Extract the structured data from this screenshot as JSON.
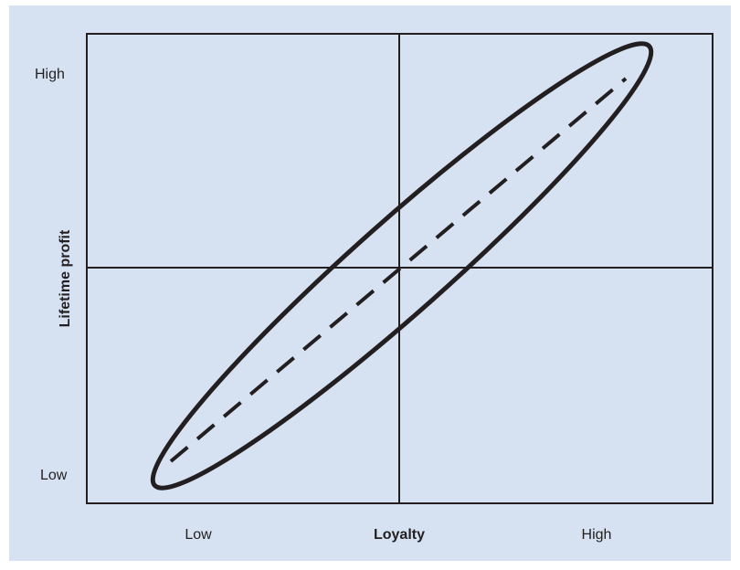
{
  "colors": {
    "background": "#d6e2f2",
    "ink": "#231f20"
  },
  "axes": {
    "x_title": "Loyalty",
    "y_title": "Lifetime profit",
    "x_low": "Low",
    "x_high": "High",
    "y_low": "Low",
    "y_high": "High"
  },
  "diagram": {
    "quadrant_dividers": [
      "vertical-midline",
      "horizontal-midline"
    ],
    "shapes": [
      "ellipse-solid",
      "diagonal-trend-line-dashed"
    ]
  }
}
